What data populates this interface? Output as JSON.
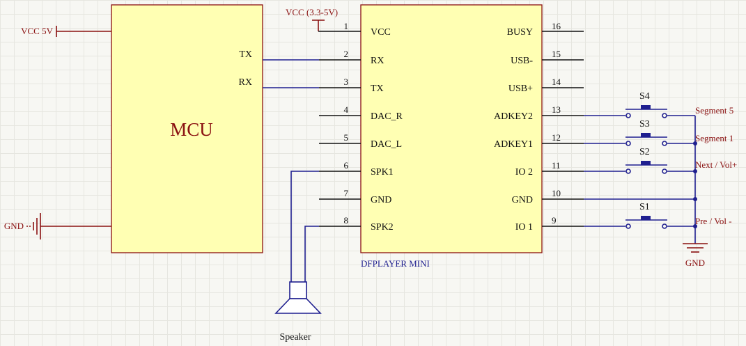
{
  "mcu": {
    "title": "MCU",
    "tx_label": "TX",
    "rx_label": "RX",
    "vcc_label": "VCC 5V",
    "gnd_label": "GND"
  },
  "dfplayer": {
    "name": "DFPLAYER MINI",
    "vcc_supply_label": "VCC (3.3-5V)",
    "left_pins": [
      {
        "num": "1",
        "name": "VCC"
      },
      {
        "num": "2",
        "name": "RX"
      },
      {
        "num": "3",
        "name": "TX"
      },
      {
        "num": "4",
        "name": "DAC_R"
      },
      {
        "num": "5",
        "name": "DAC_L"
      },
      {
        "num": "6",
        "name": "SPK1"
      },
      {
        "num": "7",
        "name": "GND"
      },
      {
        "num": "8",
        "name": "SPK2"
      }
    ],
    "right_pins": [
      {
        "num": "16",
        "name": "BUSY"
      },
      {
        "num": "15",
        "name": "USB-"
      },
      {
        "num": "14",
        "name": "USB+"
      },
      {
        "num": "13",
        "name": "ADKEY2"
      },
      {
        "num": "12",
        "name": "ADKEY1"
      },
      {
        "num": "11",
        "name": "IO 2"
      },
      {
        "num": "10",
        "name": "GND"
      },
      {
        "num": "9",
        "name": "IO 1"
      }
    ]
  },
  "switches": [
    {
      "ref": "S4",
      "function": "Segment 5"
    },
    {
      "ref": "S3",
      "function": "Segment 1"
    },
    {
      "ref": "S2",
      "function": "Next / Vol+"
    },
    {
      "ref": "S1",
      "function": "Pre / Vol -"
    }
  ],
  "speaker_label": "Speaker",
  "gnd_right_label": "GND"
}
